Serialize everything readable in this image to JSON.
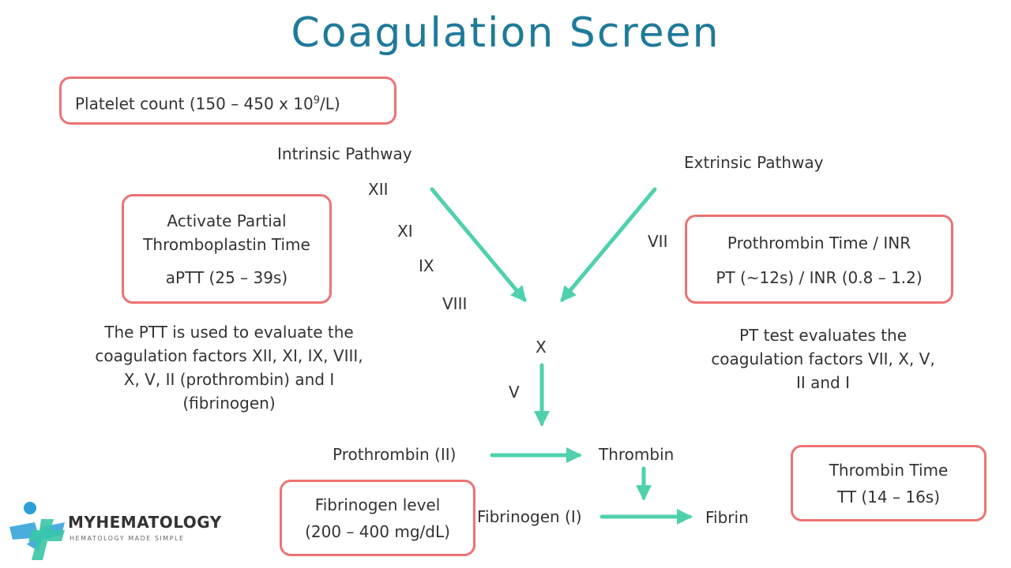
{
  "title": "Coagulation Screen",
  "platelet": {
    "text": "Platelet count (150 – 450 x 10",
    "sup": "9",
    "unit": "/L)"
  },
  "intrinsic": {
    "label": "Intrinsic Pathway",
    "factors": [
      "XII",
      "XI",
      "IX",
      "VIII"
    ]
  },
  "extrinsic": {
    "label": "Extrinsic Pathway",
    "factor": "VII"
  },
  "aptt_box": {
    "line1": "Activate Partial",
    "line2": "Thromboplastin Time",
    "line3": "aPTT (25 – 39s)"
  },
  "pt_box": {
    "line1": "Prothrombin Time / INR",
    "line2": "PT (~12s) / INR (0.8 – 1.2)"
  },
  "ptt_description": [
    "The PTT is used to evaluate the",
    "coagulation factors XII, XI, IX, VIII,",
    "X, V, II (prothrombin) and I",
    "(fibrinogen)"
  ],
  "pt_description": [
    "PT test evaluates the",
    "coagulation factors VII, X, V,",
    "II and I"
  ],
  "common": {
    "x": "X",
    "v": "V",
    "prothrombin": "Prothrombin (II)",
    "thrombin": "Thrombin",
    "fibrinogen": "Fibrinogen (I)",
    "fibrin": "Fibrin"
  },
  "fibrinogen_box": {
    "line1": "Fibrinogen level",
    "line2": "(200 – 400 mg/dL)"
  },
  "tt_box": {
    "line1": "Thrombin Time",
    "line2": "TT (14 – 16s)"
  },
  "brand": {
    "name": "MYHEMATOLOGY",
    "tagline": "HEMATOLOGY MADE SIMPLE"
  },
  "colors": {
    "title": "#1f7a99",
    "box_border": "#ee7272",
    "arrow": "#4fd1ad",
    "logo_blue": "#2c9fd8",
    "logo_teal": "#38c5a8"
  }
}
